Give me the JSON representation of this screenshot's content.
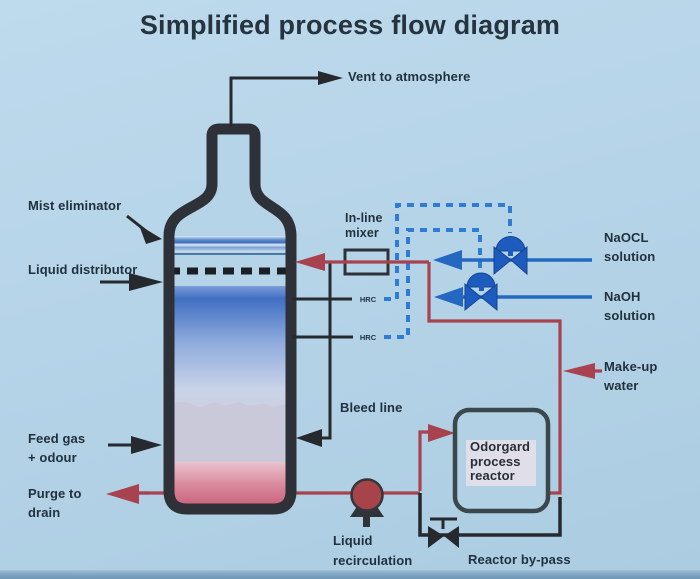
{
  "title": "Simplified process flow diagram",
  "labels": {
    "vent": "Vent to atmosphere",
    "mist_eliminator": "Mist eliminator",
    "liquid_distributor": "Liquid distributor",
    "feed_gas": [
      "Feed gas",
      "+ odour"
    ],
    "purge": [
      "Purge to",
      "drain"
    ],
    "inline_mixer": [
      "In-line",
      "mixer"
    ],
    "controller_top": "HRC",
    "controller_bottom": "HRC",
    "naocl": [
      "NaOCL",
      "solution"
    ],
    "naoh": [
      "NaOH",
      "solution"
    ],
    "makeup_water": [
      "Make-up",
      "water"
    ],
    "bleed_line": "Bleed line",
    "reactor": [
      "Odorgard",
      "process",
      "reactor"
    ],
    "pump": [
      "Liquid",
      "recirculation"
    ],
    "bypass": "Reactor by-pass"
  },
  "colors": {
    "background": "#b6d4e8",
    "line_black": "#26292e",
    "line_red": "#a8424e",
    "line_blue": "#2468c2",
    "dashed_control_blue": "#2e7cd6",
    "valve_blue": "#1d5cbe",
    "pump_red": "#a6444a",
    "vessel_wall": "#2e3238",
    "packing_blue": "#416fc2",
    "sump_pink": "#c75d77",
    "text": "#21313d"
  }
}
